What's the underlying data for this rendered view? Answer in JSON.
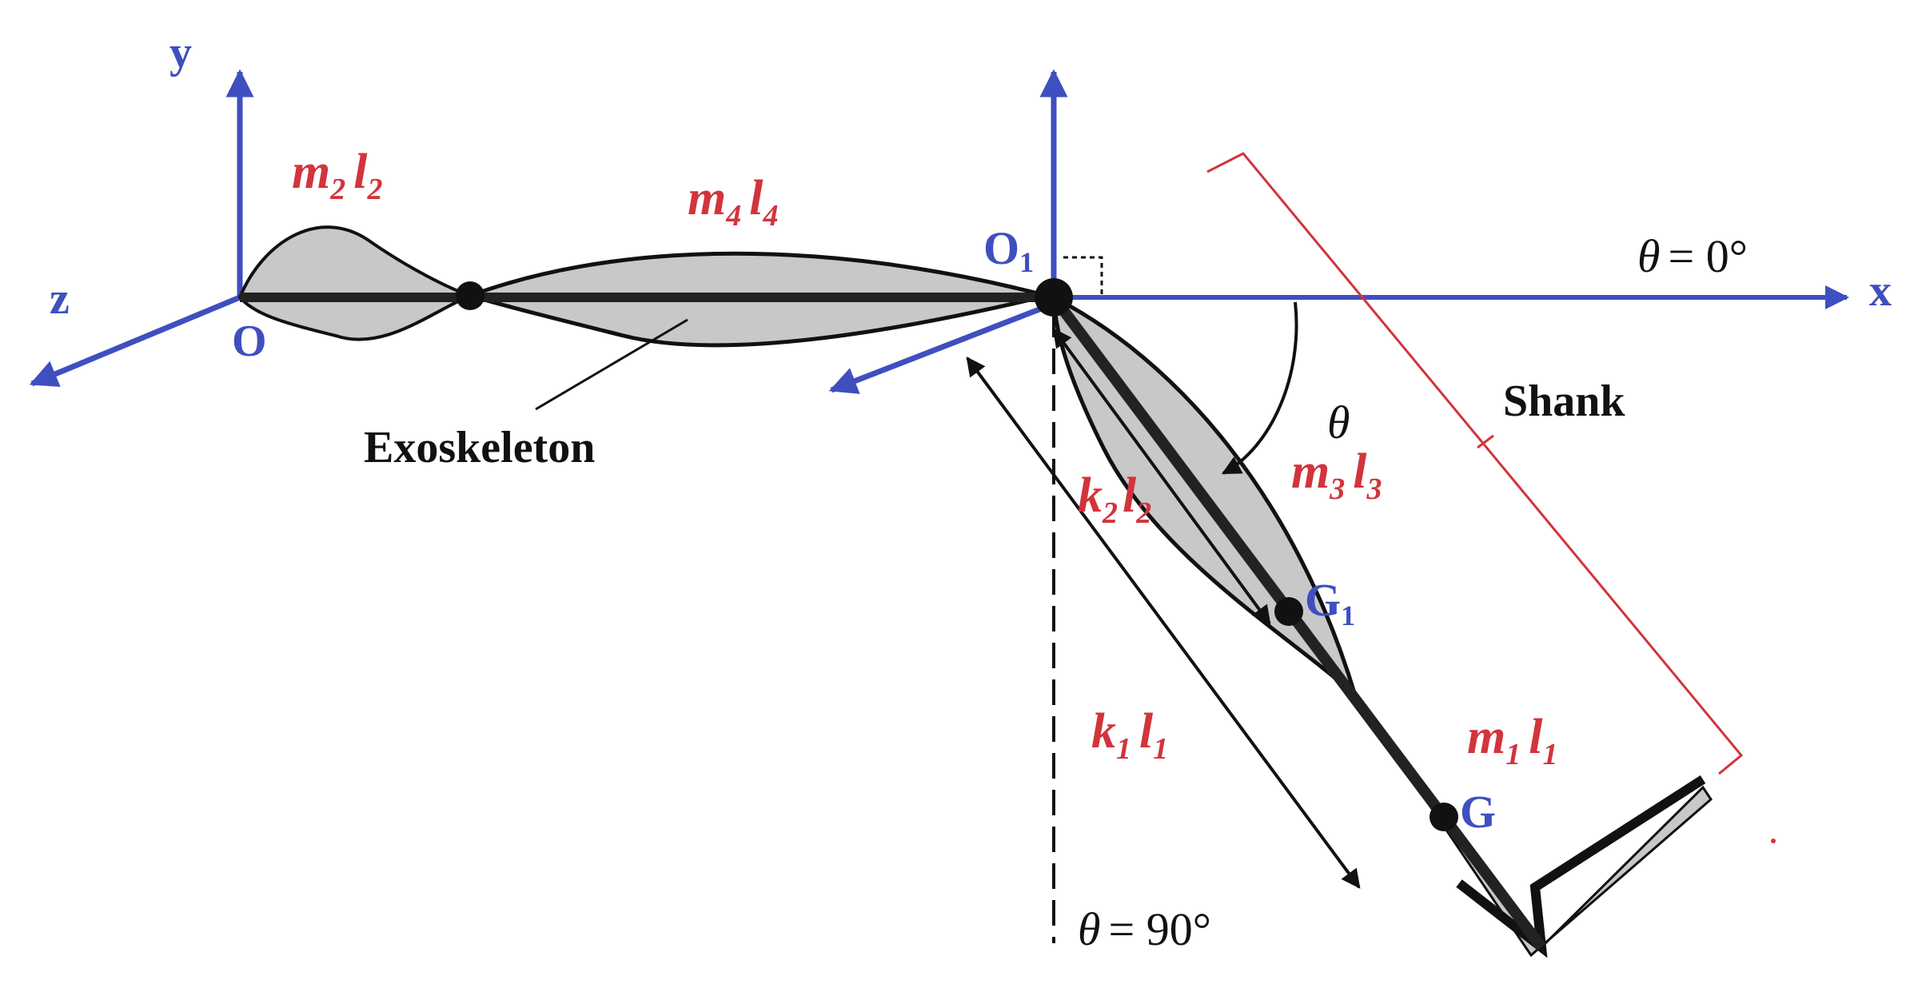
{
  "axes": {
    "y_label": "y",
    "x_label": "x",
    "z_label": "z",
    "origin_label": "O",
    "joint_label": "O",
    "joint_subscript": "1"
  },
  "angles": {
    "symbol": "θ",
    "zero_label": "= 0°",
    "ninety_label": "= 90°"
  },
  "links": {
    "m2": "m",
    "m2_sub": "2",
    "l2": "l",
    "l2_sub": "2",
    "m4": "m",
    "m4_sub": "4",
    "l4": "l",
    "l4_sub": "4",
    "m3": "m",
    "m3_sub": "3",
    "l3": "l",
    "l3_sub": "3",
    "m1": "m",
    "m1_sub": "1",
    "l1": "l",
    "l1_sub": "1",
    "k2": "k",
    "k2_sub": "2",
    "kl2": "l",
    "kl2_sub": "2",
    "k1": "k",
    "k1_sub": "1",
    "kl1": "l",
    "kl1_sub": "1"
  },
  "points": {
    "g1": "G",
    "g1_sub": "1",
    "g": "G"
  },
  "parts": {
    "exoskeleton": "Exoskeleton",
    "shank": "Shank"
  },
  "colors": {
    "axis_blue": "#3f4fbf",
    "label_red": "#d2343c",
    "link_fill": "#c8c8c8",
    "bracket_red": "#d2343c"
  }
}
